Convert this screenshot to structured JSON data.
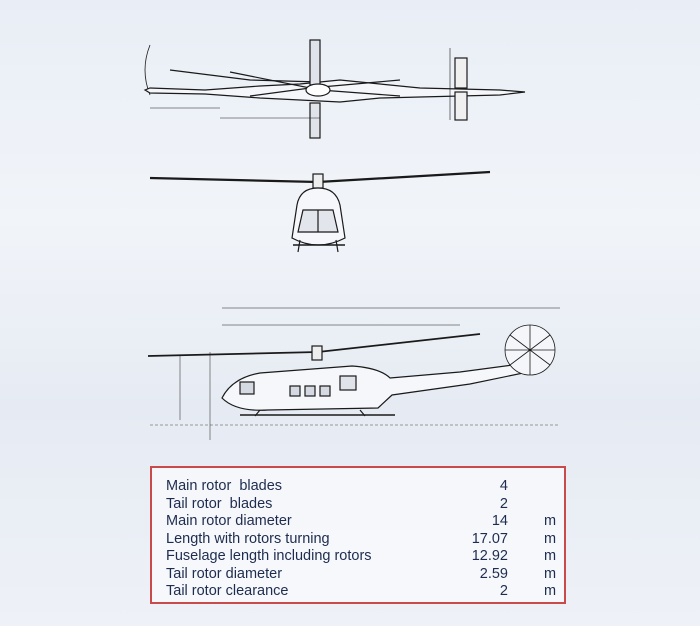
{
  "specs": [
    {
      "label": "Main rotor  blades",
      "value": "4",
      "unit": ""
    },
    {
      "label": "Tail rotor  blades",
      "value": "2",
      "unit": ""
    },
    {
      "label": "Main rotor diameter",
      "value": "14",
      "unit": "m"
    },
    {
      "label": "Length with rotors turning",
      "value": "17.07",
      "unit": "m"
    },
    {
      "label": "Fuselage length including rotors",
      "value": "12.92",
      "unit": "m"
    },
    {
      "label": "Tail rotor diameter",
      "value": "2.59",
      "unit": "m"
    },
    {
      "label": "Tail rotor clearance",
      "value": "2",
      "unit": "m"
    }
  ],
  "colors": {
    "box_border": "#c94a4a",
    "text": "#1e2c4f",
    "line": "#1a1a1a"
  }
}
